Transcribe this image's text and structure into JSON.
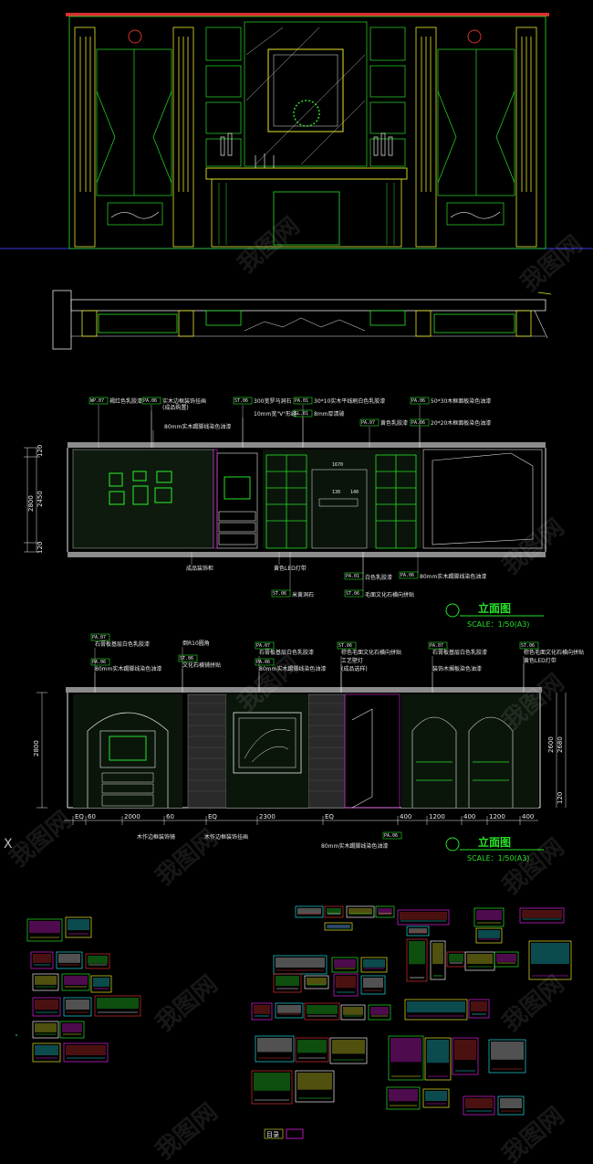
{
  "colors": {
    "bg": "#000000",
    "green": "#28e028",
    "yellow": "#e6e62a",
    "white": "#e8e8e8",
    "magenta": "#e020e0",
    "cyan": "#20d8e0",
    "red": "#d83030",
    "grey": "#8c8c8c",
    "blue": "#3a3ae8"
  },
  "elevation_b": {
    "title": "立面图",
    "scale": "SCALE：1/50(A3)",
    "dims_left": [
      "120",
      "2450",
      "120",
      "2800"
    ],
    "top_notes": [
      {
        "tag": "WP.07",
        "text": "褐红色乳胶漆"
      },
      {
        "tag": "PA.06",
        "text": "实木边框装饰挂画"
      },
      {
        "tag": "",
        "text": "(成品购置)"
      },
      {
        "tag": "",
        "text": "80mm实木踢脚线染色油漆"
      },
      {
        "tag": "ST.06",
        "text": "300宽罗马洞石"
      },
      {
        "tag": "",
        "text": "10mm宽\"V\"形缝"
      },
      {
        "tag": "PA.01",
        "text": "30*10实木平线刷白色乳胶漆"
      },
      {
        "tag": "GL.01",
        "text": "8mm厚清玻"
      },
      {
        "tag": "PA.07",
        "text": "黄色乳胶漆"
      },
      {
        "tag": "PA.06",
        "text": "50*30木框面板染色油漆"
      },
      {
        "tag": "PA.06",
        "text": "20*20木框面板染色油漆"
      }
    ],
    "bottom_notes": [
      {
        "tag": "",
        "text": "成品装饰柜"
      },
      {
        "tag": "",
        "text": "黄色LED灯带"
      },
      {
        "tag": "ST.06",
        "text": "米黄洞石"
      },
      {
        "tag": "PA.01",
        "text": "白色乳胶漆"
      },
      {
        "tag": "ST.06",
        "text": "毛面文化石横向拼贴"
      },
      {
        "tag": "PA.06",
        "text": "80mm实木踢脚线染色油漆"
      }
    ],
    "inner_dims": [
      "1670",
      "130",
      "140"
    ]
  },
  "elevation_c": {
    "title": "立面图",
    "scale": "SCALE：1/50(A3)",
    "dims_left": [
      "2800"
    ],
    "dims_right": [
      "2600",
      "2680",
      "120"
    ],
    "bottom_dims": [
      "EQ",
      "60",
      "2000",
      "60",
      "EQ",
      "2300",
      "EQ",
      "400",
      "1200",
      "400",
      "1200",
      "400"
    ],
    "top_notes": [
      {
        "tag": "PA.07",
        "text": "石膏板基层白色乳胶漆"
      },
      {
        "tag": "PA.06",
        "text": "80mm实木踢脚线染色油漆"
      },
      {
        "tag": "",
        "text": "倒R10圆角"
      },
      {
        "tag": "ST.06",
        "text": "文化石横铺拼贴"
      },
      {
        "tag": "PA.07",
        "text": "石膏板基层白色乳胶漆"
      },
      {
        "tag": "PA.06",
        "text": "80mm实木踢脚线染色油漆"
      },
      {
        "tag": "ST.06",
        "text": "棕色毛面文化石横向拼贴"
      },
      {
        "tag": "",
        "text": "工艺壁灯"
      },
      {
        "tag": "",
        "text": "(成品选样)"
      },
      {
        "tag": "PA.07",
        "text": "石膏板基层白色乳胶漆"
      },
      {
        "tag": "",
        "text": "装饰木搁板染色油漆"
      },
      {
        "tag": "ST.06",
        "text": "棕色毛面文化石横向拼贴"
      },
      {
        "tag": "",
        "text": "黄色LED灯带"
      }
    ],
    "bottom_notes": [
      {
        "tag": "",
        "text": "木作边框装饰镜"
      },
      {
        "tag": "",
        "text": "木作边框装饰挂画"
      },
      {
        "tag": "PA.06",
        "text": "80mm实木踢脚线染色油漆"
      }
    ]
  },
  "sheet_overview_label": "目录",
  "watermark": "我图网",
  "stray_mark": "X"
}
